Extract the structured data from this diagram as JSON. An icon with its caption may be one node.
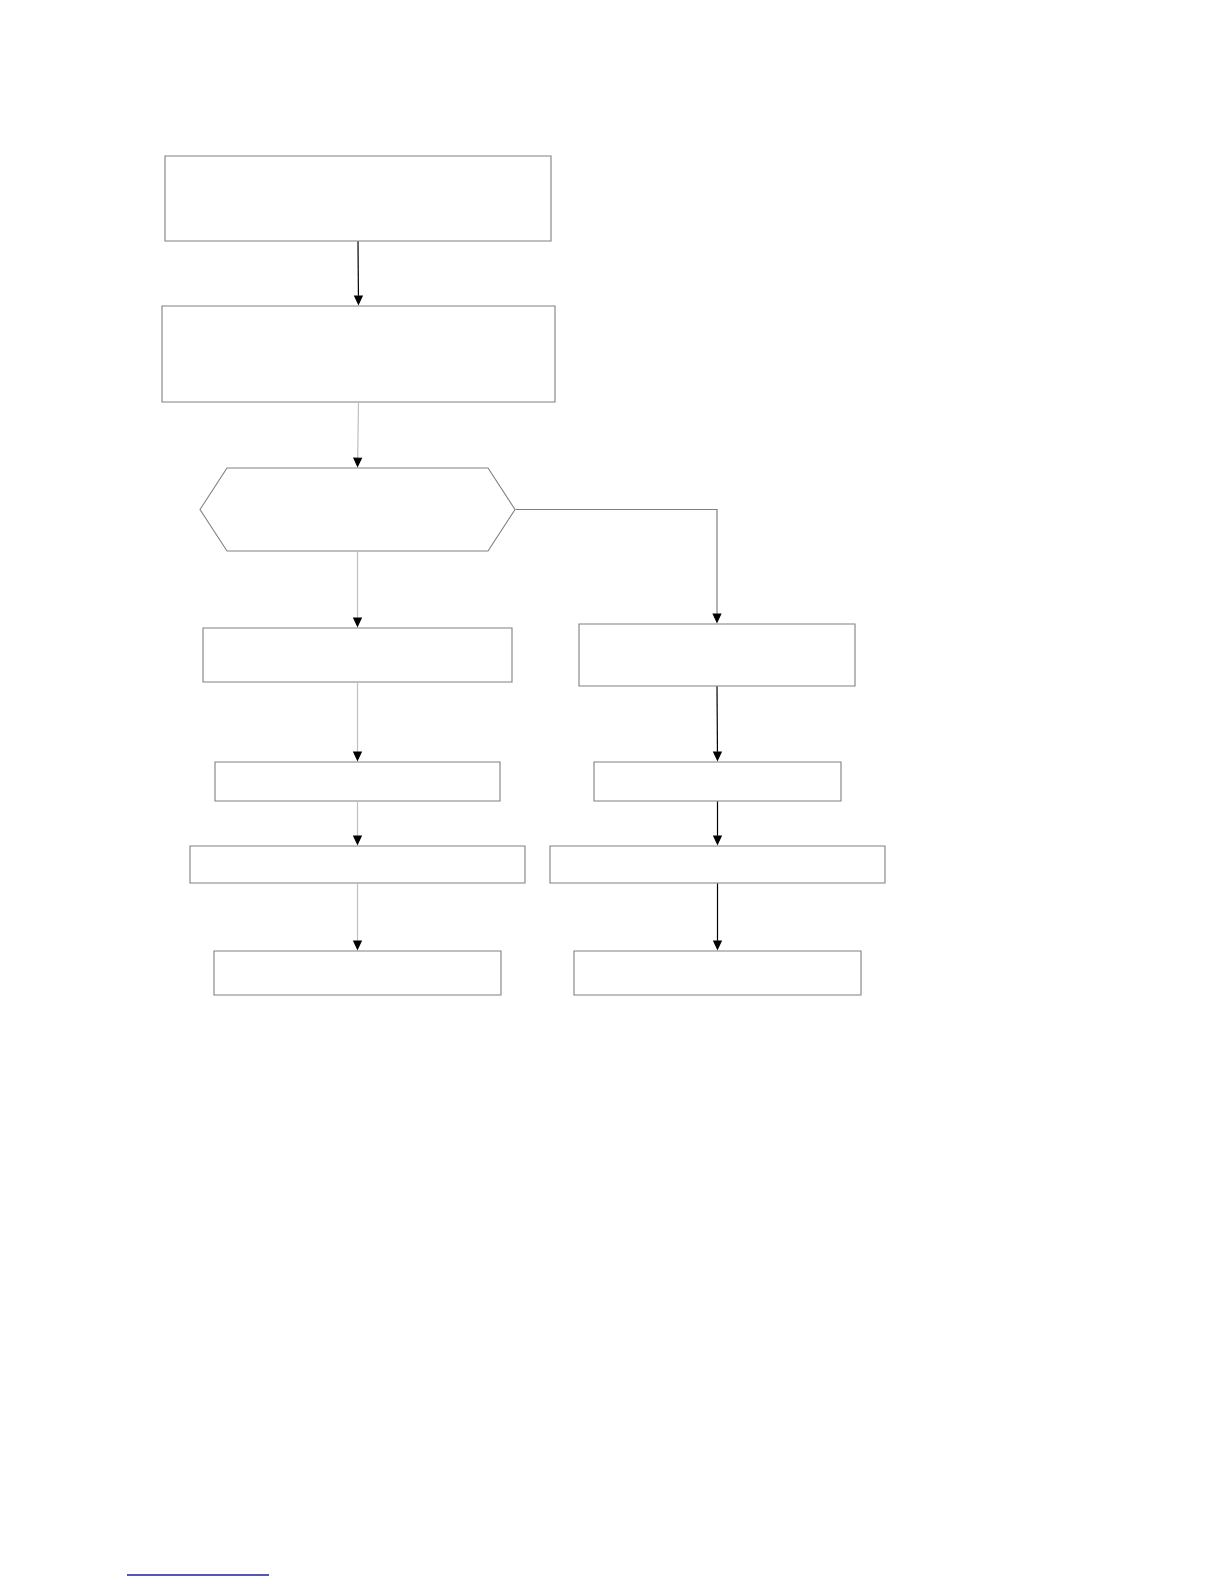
{
  "diagram": {
    "nodes": [
      {
        "text": [],
        "shape": "box"
      },
      {
        "text": [],
        "shape": "box"
      },
      {
        "text": [],
        "shape": "hexagon"
      },
      {
        "text": [],
        "shape": "box"
      },
      {
        "text": [],
        "shape": "box"
      },
      {
        "text": [],
        "shape": "box"
      },
      {
        "text": [],
        "shape": "box"
      },
      {
        "text": [],
        "shape": "box"
      },
      {
        "text": [],
        "shape": "box"
      },
      {
        "text": [],
        "shape": "box"
      },
      {
        "text": [],
        "shape": "box"
      }
    ],
    "edges": [
      {
        "from": 0,
        "to": 1,
        "arrow": "to",
        "color": "#000000"
      },
      {
        "from": 1,
        "to": 2,
        "arrow": "to"
      },
      {
        "from": 2,
        "to": 3,
        "arrow": "to"
      },
      {
        "from": 2,
        "to": 4,
        "arrow": "to",
        "color": "#808080"
      },
      {
        "from": 3,
        "to": 5,
        "arrow": "to"
      },
      {
        "from": 4,
        "to": 6,
        "arrow": "to",
        "color": "#000000"
      },
      {
        "from": 5,
        "to": 7,
        "arrow": "to"
      },
      {
        "from": 6,
        "to": 8,
        "arrow": "to",
        "color": "#000000"
      },
      {
        "from": 7,
        "to": 9,
        "arrow": "to"
      },
      {
        "from": 8,
        "to": 10,
        "arrow": "to",
        "color": "#000000"
      }
    ]
  }
}
